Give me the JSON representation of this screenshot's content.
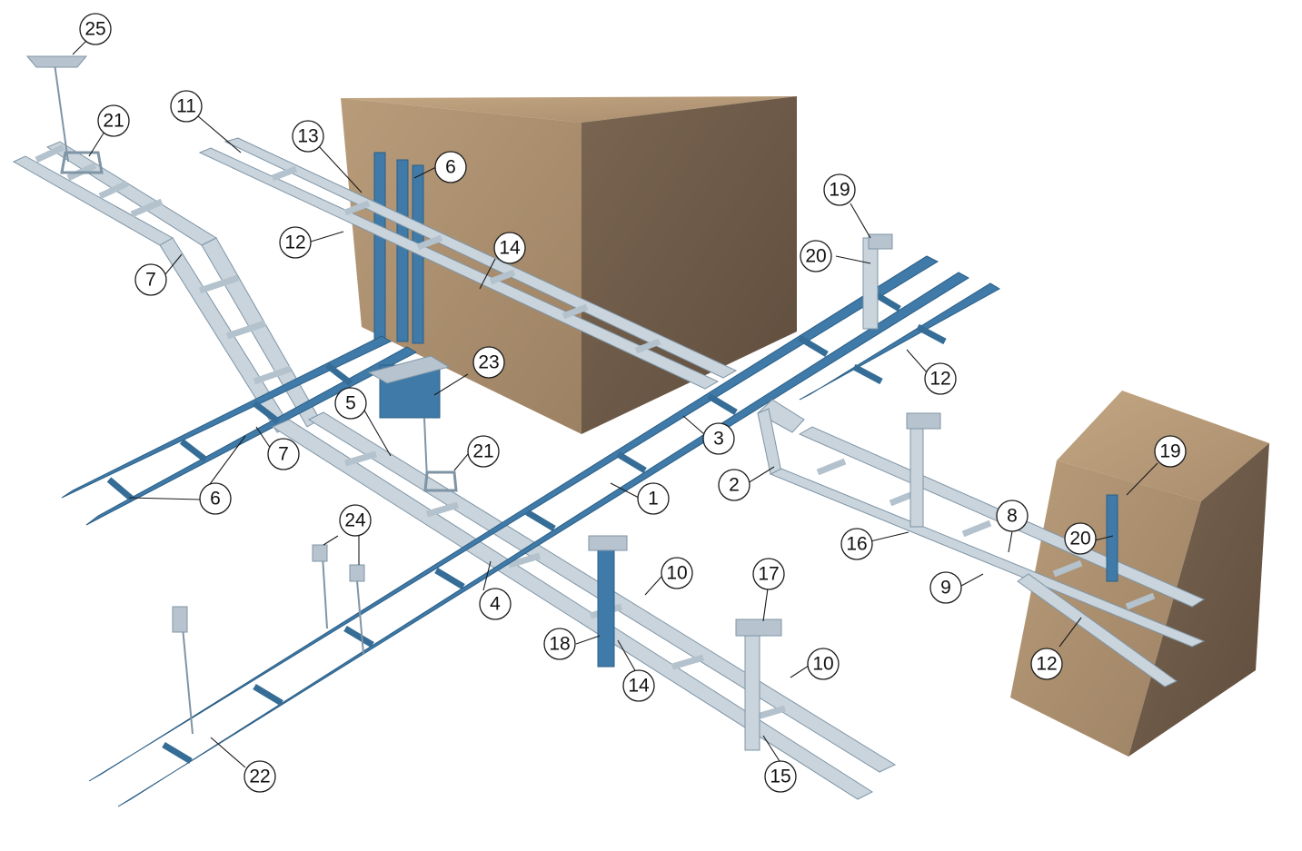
{
  "colors": {
    "concrete_front": "#a98e6e",
    "concrete_side": "#6e5a48",
    "concrete_top": "#b79a78",
    "steel_light": "#c9d4dc",
    "steel_blue": "#3f7aa8",
    "callout_stroke": "#1a1a1a"
  },
  "callouts": [
    {
      "id": "c1",
      "label": "1"
    },
    {
      "id": "c2",
      "label": "2"
    },
    {
      "id": "c3",
      "label": "3"
    },
    {
      "id": "c4",
      "label": "4"
    },
    {
      "id": "c5",
      "label": "5"
    },
    {
      "id": "c6a",
      "label": "6"
    },
    {
      "id": "c6b",
      "label": "6"
    },
    {
      "id": "c7a",
      "label": "7"
    },
    {
      "id": "c7b",
      "label": "7"
    },
    {
      "id": "c8",
      "label": "8"
    },
    {
      "id": "c9",
      "label": "9"
    },
    {
      "id": "c10a",
      "label": "10"
    },
    {
      "id": "c10b",
      "label": "10"
    },
    {
      "id": "c11",
      "label": "11"
    },
    {
      "id": "c12a",
      "label": "12"
    },
    {
      "id": "c12b",
      "label": "12"
    },
    {
      "id": "c12c",
      "label": "12"
    },
    {
      "id": "c13",
      "label": "13"
    },
    {
      "id": "c14a",
      "label": "14"
    },
    {
      "id": "c14b",
      "label": "14"
    },
    {
      "id": "c15",
      "label": "15"
    },
    {
      "id": "c16",
      "label": "16"
    },
    {
      "id": "c17",
      "label": "17"
    },
    {
      "id": "c18",
      "label": "18"
    },
    {
      "id": "c19a",
      "label": "19"
    },
    {
      "id": "c19b",
      "label": "19"
    },
    {
      "id": "c20a",
      "label": "20"
    },
    {
      "id": "c20b",
      "label": "20"
    },
    {
      "id": "c21a",
      "label": "21"
    },
    {
      "id": "c21b",
      "label": "21"
    },
    {
      "id": "c22",
      "label": "22"
    },
    {
      "id": "c23",
      "label": "23"
    },
    {
      "id": "c24",
      "label": "24"
    },
    {
      "id": "c25",
      "label": "25"
    }
  ]
}
